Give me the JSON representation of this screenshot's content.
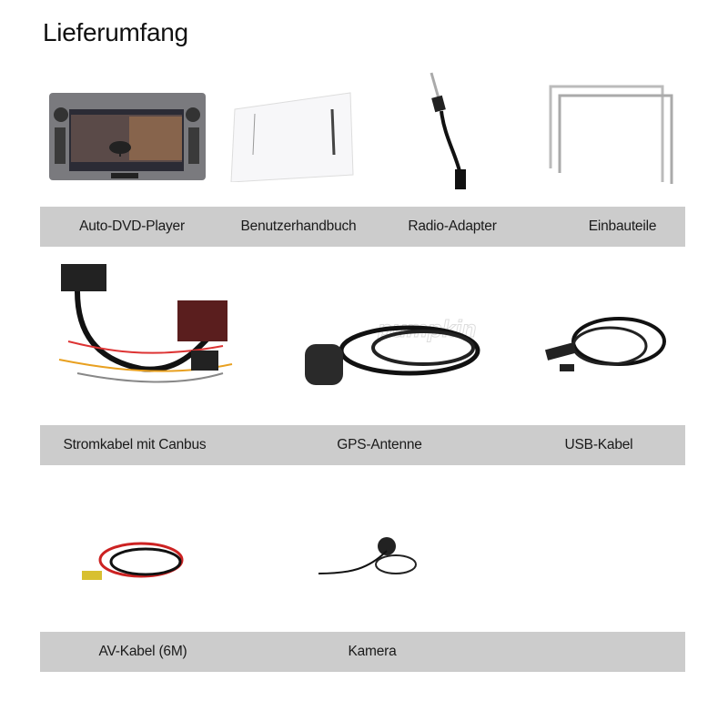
{
  "title": "Lieferumfang",
  "watermark": "pumpkin",
  "rows": [
    {
      "items": [
        {
          "label": "Auto-DVD-Player",
          "icon": "car-dvd-player"
        },
        {
          "label": "Benutzerhandbuch",
          "icon": "user-manual"
        },
        {
          "label": "Radio-Adapter",
          "icon": "radio-adapter"
        },
        {
          "label": "Einbauteile",
          "icon": "mounting-parts"
        }
      ]
    },
    {
      "items": [
        {
          "label": "Stromkabel mit Canbus",
          "icon": "power-cable-canbus"
        },
        {
          "label": "GPS-Antenne",
          "icon": "gps-antenna"
        },
        {
          "label": "USB-Kabel",
          "icon": "usb-cable"
        }
      ]
    },
    {
      "items": [
        {
          "label": "AV-Kabel (6M)",
          "icon": "av-cable"
        },
        {
          "label": "Kamera",
          "icon": "camera"
        }
      ]
    }
  ],
  "colors": {
    "bar": "#cccccc",
    "background": "#ffffff"
  }
}
